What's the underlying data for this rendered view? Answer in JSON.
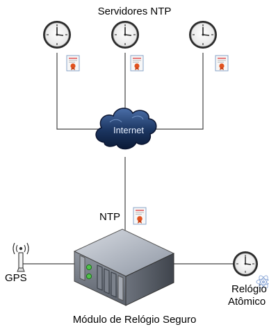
{
  "diagram": {
    "title": "Servidores NTP",
    "internet_label": "Internet",
    "ntp_label": "NTP",
    "gps_label": "GPS",
    "atomic_clock_label_line1": "Relógio",
    "atomic_clock_label_line2": "Atômico",
    "module_label": "Módulo de Relógio Seguro",
    "servers": [
      {
        "icon": "clock-icon",
        "badge": "certificate-icon"
      },
      {
        "icon": "clock-icon",
        "badge": "certificate-icon"
      },
      {
        "icon": "clock-icon",
        "badge": "certificate-icon"
      }
    ],
    "colors": {
      "cloud": "#1b3560",
      "server_body": "#8a8f99",
      "line": "#444444",
      "led": "#4fc24a",
      "seal": "#e1531f"
    }
  }
}
